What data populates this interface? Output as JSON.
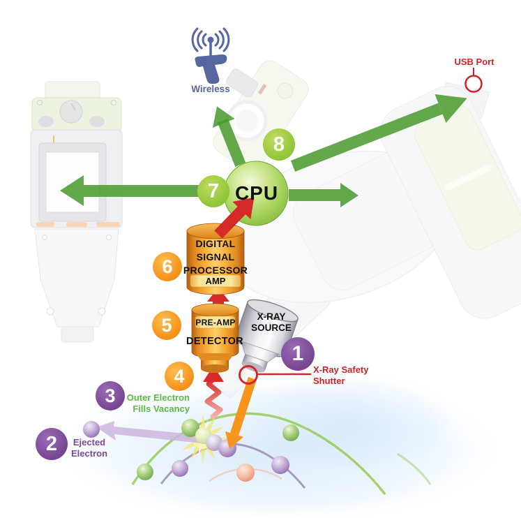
{
  "steps": [
    {
      "number": "1"
    },
    {
      "number": "2"
    },
    {
      "number": "3"
    },
    {
      "number": "4"
    },
    {
      "number": "5"
    },
    {
      "number": "6"
    },
    {
      "number": "7"
    },
    {
      "number": "8"
    }
  ],
  "components": {
    "cpu": "CPU",
    "dsp": {
      "line1": "DIGITAL",
      "line2": "SIGNAL",
      "line3": "PROCESSOR"
    },
    "amp": "AMP",
    "pre_amp": "PRE-AMP",
    "detector": "DETECTOR",
    "xray_source": {
      "line1": "X-RAY",
      "line2": "SOURCE"
    }
  },
  "callouts": {
    "wireless": "Wireless",
    "usb_port": "USB Port",
    "xray_safety_shutter": {
      "line1": "X-Ray Safety",
      "line2": "Shutter"
    },
    "outer_electron": {
      "line1": "Outer Electron",
      "line2": "Fills Vacancy"
    },
    "ejected_electron": {
      "line1": "Ejected",
      "line2": "Electron"
    }
  },
  "colors": {
    "step_purple": "#7b4a97",
    "step_orange": "#f7941d",
    "step_green": "#94c83d",
    "arrow_green": "#4a9b2d",
    "arrow_red": "#d42b28",
    "arrow_orange": "#f7941d",
    "label_red": "#cc2328",
    "label_green": "#5cb947",
    "label_purple": "#7b4a97",
    "label_blue": "#56669e"
  }
}
